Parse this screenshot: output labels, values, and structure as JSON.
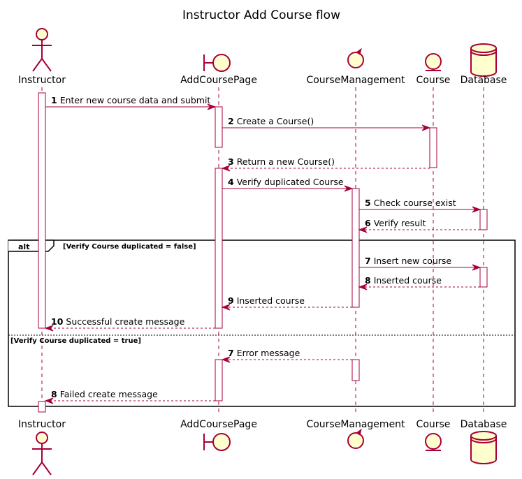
{
  "title": "Instructor Add Course flow",
  "participants": [
    {
      "name": "Instructor",
      "kind": "actor"
    },
    {
      "name": "AddCoursePage",
      "kind": "boundary"
    },
    {
      "name": "CourseManagement",
      "kind": "control"
    },
    {
      "name": "Course",
      "kind": "entity"
    },
    {
      "name": "Database",
      "kind": "database"
    }
  ],
  "messages": [
    {
      "num": "1",
      "text": "Enter new course data and submit",
      "from": 0,
      "to": 1,
      "dashed": false
    },
    {
      "num": "2",
      "text": "Create a Course()",
      "from": 1,
      "to": 3,
      "dashed": false
    },
    {
      "num": "3",
      "text": "Return a new Course()",
      "from": 3,
      "to": 1,
      "dashed": true
    },
    {
      "num": "4",
      "text": "Verify duplicated Course",
      "from": 1,
      "to": 2,
      "dashed": false
    },
    {
      "num": "5",
      "text": "Check course exist",
      "from": 2,
      "to": 4,
      "dashed": false
    },
    {
      "num": "6",
      "text": "Verify result",
      "from": 4,
      "to": 2,
      "dashed": true
    },
    {
      "num": "7",
      "text": "Insert new course",
      "from": 2,
      "to": 4,
      "dashed": false
    },
    {
      "num": "8",
      "text": "Inserted course",
      "from": 4,
      "to": 2,
      "dashed": true
    },
    {
      "num": "9",
      "text": "Inserted course",
      "from": 2,
      "to": 1,
      "dashed": true
    },
    {
      "num": "10",
      "text": "Successful create message",
      "from": 1,
      "to": 0,
      "dashed": true
    },
    {
      "num": "7",
      "text": "Error message",
      "from": 2,
      "to": 1,
      "dashed": true
    },
    {
      "num": "8",
      "text": "Failed create message",
      "from": 1,
      "to": 0,
      "dashed": true
    }
  ],
  "alt_frame": {
    "label": "alt",
    "guards": [
      "[Verify Course duplicated = false]",
      "[Verify Course duplicated = true]"
    ]
  },
  "colors": {
    "line": "#a80036",
    "participant_fill": "#fefece",
    "activation_fill": "#ffffff"
  }
}
